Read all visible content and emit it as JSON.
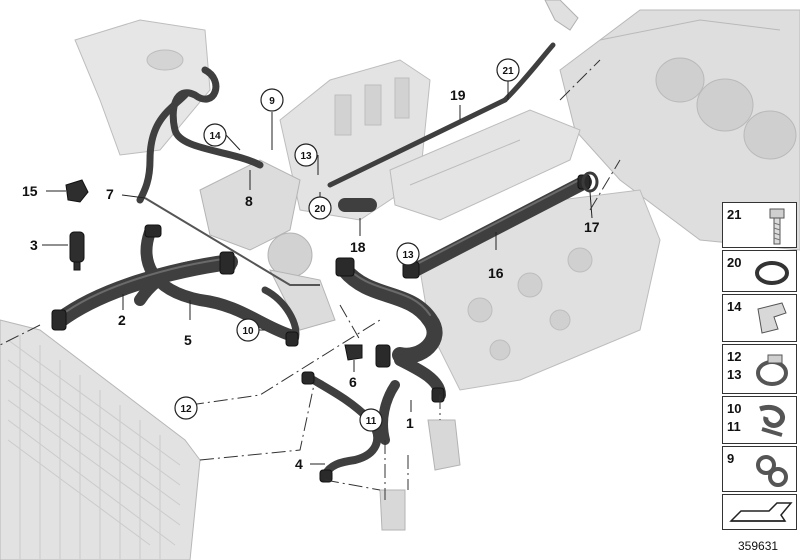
{
  "diagram_id": "359631",
  "callouts": {
    "c1": "1",
    "c2": "2",
    "c3": "3",
    "c4": "4",
    "c5": "5",
    "c6": "6",
    "c7": "7",
    "c8": "8",
    "c15": "15",
    "c16": "16",
    "c17": "17",
    "c18": "18",
    "c19": "19"
  },
  "circled": {
    "c9": "9",
    "c10": "10",
    "c11": "11",
    "c12": "12",
    "c13a": "13",
    "c13b": "13",
    "c14": "14",
    "c20": "20",
    "c21": "21"
  },
  "legend": [
    {
      "lines": [
        "21"
      ],
      "icon": "bolt-icon"
    },
    {
      "lines": [
        "20"
      ],
      "icon": "o-ring-icon"
    },
    {
      "lines": [
        "14"
      ],
      "icon": "clip-icon"
    },
    {
      "lines": [
        "12",
        "13"
      ],
      "icon": "hose-clamp-icon"
    },
    {
      "lines": [
        "10",
        "11"
      ],
      "icon": "holder-clip-icon"
    },
    {
      "lines": [
        "9"
      ],
      "icon": "double-clip-icon"
    },
    {
      "lines": [],
      "icon": "front-arrow-icon"
    }
  ],
  "colors": {
    "hose": "#3f3f3f",
    "hose_highlight": "#6a6a6a",
    "engine": "#d9d9d9",
    "engine_edge": "#b5b5b5",
    "line": "#222222"
  }
}
